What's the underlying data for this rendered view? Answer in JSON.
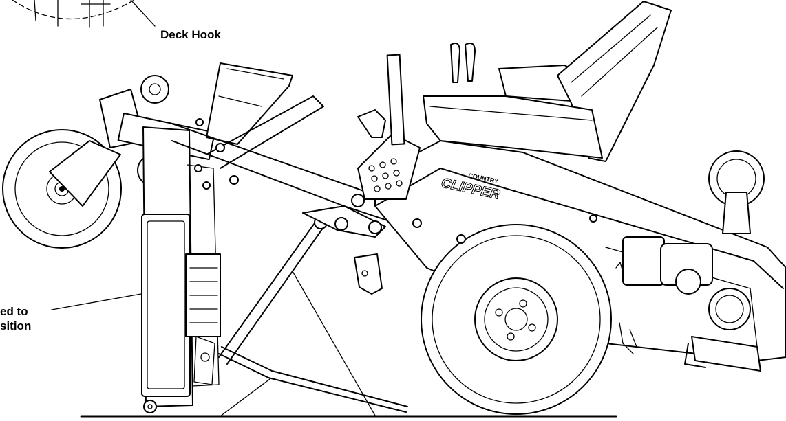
{
  "labels": {
    "deck_hook": "Deck Hook",
    "left_line_1": "ed to",
    "left_line_2": "sition"
  },
  "brand": {
    "logo_top": "COUNTRY",
    "logo_main": "CLIPPER"
  },
  "colors": {
    "line": "#000000",
    "background": "#ffffff"
  }
}
